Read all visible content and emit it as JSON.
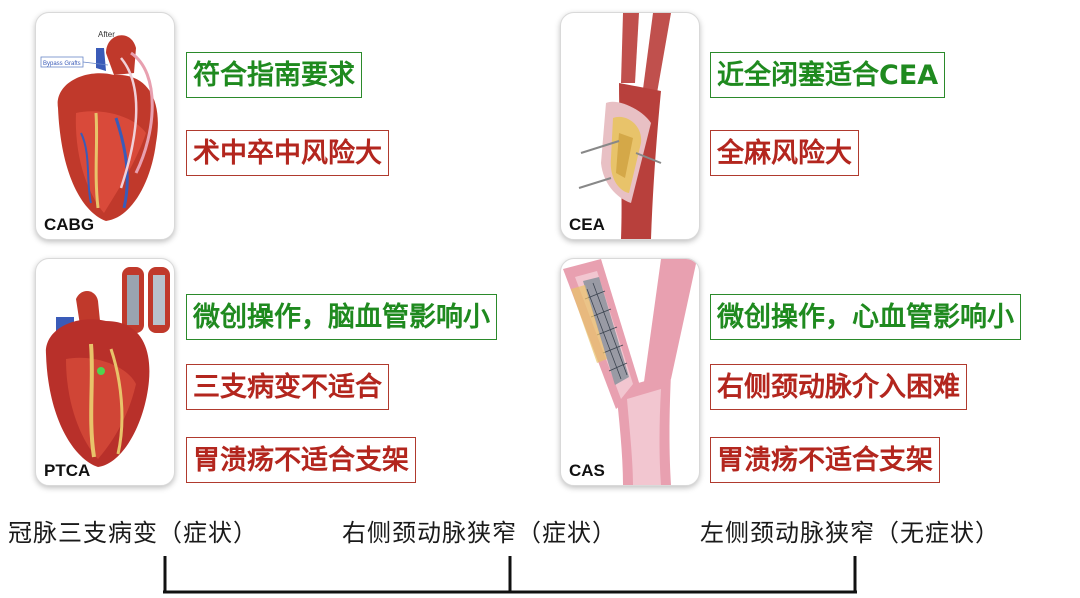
{
  "procedures": {
    "cabg": {
      "label": "CABG",
      "illustration_text_top": "After",
      "illustration_text_callout": "Bypass Grafts",
      "pros": [
        "符合指南要求"
      ],
      "cons": [
        "术中卒中风险大"
      ]
    },
    "cea": {
      "label": "CEA",
      "pros": [
        "近全闭塞适合CEA"
      ],
      "cons": [
        "全麻风险大"
      ]
    },
    "ptca": {
      "label": "PTCA",
      "pros": [
        "微创操作，脑血管影响小"
      ],
      "cons": [
        "三支病变不适合",
        "胃溃疡不适合支架"
      ]
    },
    "cas": {
      "label": "CAS",
      "pros": [
        "微创操作，心血管影响小"
      ],
      "cons": [
        "右侧颈动脉介入困难",
        "胃溃疡不适合支架"
      ]
    }
  },
  "scenarios": [
    "冠脉三支病变（症状）",
    "右侧颈动脉狭窄（症状）",
    "左侧颈动脉狭窄（无症状）"
  ],
  "colors": {
    "pro_text": "#1f8a1f",
    "con_text": "#b3261e",
    "heart_red": "#c0392b",
    "vessel_pink": "#e8a0b0",
    "plaque_yellow": "#e8c36a"
  }
}
